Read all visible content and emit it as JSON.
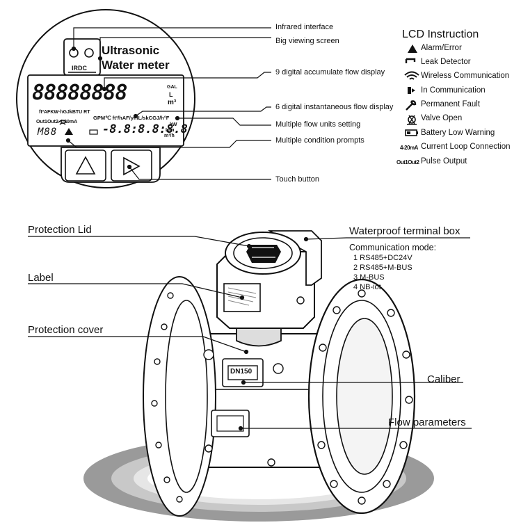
{
  "meter_display": {
    "brand": "IRDC",
    "title_line1": "Ultrasonic",
    "title_line2": "Water meter",
    "accumulate_digits": "88888888",
    "units_gal": "GAL",
    "units_l": "L",
    "units_m3": "m³",
    "units_row": "ft³AFKW·hGJkBTU RT",
    "gpm_row": "GPM℃ ft³/hAF/ymL/skCGJ/h°F",
    "outputs_row": "Out1Out2 4-20mA",
    "instant_digits": "-8.8:8.8:8.8",
    "m_indicator": "M88",
    "kw": "kW",
    "lm": "L/m",
    "m3h": "m³/h"
  },
  "callouts": {
    "infrared": "Infrared interface",
    "big_screen": "Big viewing screen",
    "accumulate": "9 digital accumulate flow display",
    "instantaneous": "6 digital instantaneous flow display",
    "units": "Multiple flow units setting",
    "prompts": "Multiple condition prompts",
    "touch": "Touch button"
  },
  "lcd_instruction": {
    "title": "LCD Instruction",
    "items": [
      {
        "icon": "alarm-triangle-icon",
        "glyph": "▲",
        "label": "Alarm/Error"
      },
      {
        "icon": "leak-detector-icon",
        "glyph": "⌐",
        "label": "Leak Detector"
      },
      {
        "icon": "wifi-icon",
        "glyph": "◠",
        "label": "Wireless Communication"
      },
      {
        "icon": "in-communication-icon",
        "glyph": "▸",
        "label": "In Communication"
      },
      {
        "icon": "wrench-icon",
        "glyph": "⚒",
        "label": "Permanent Fault"
      },
      {
        "icon": "valve-icon",
        "glyph": "⊗",
        "label": "Valve Open"
      },
      {
        "icon": "battery-icon",
        "glyph": "▭",
        "label": "Battery Low Warning"
      },
      {
        "icon": "current-loop-icon",
        "glyph": "4-20mA",
        "label": "Current Loop Connection"
      },
      {
        "icon": "pulse-output-icon",
        "glyph": "Out1Out2",
        "label": "Pulse Output"
      }
    ]
  },
  "meter_labels": {
    "protection_lid": "Protection Lid",
    "label": "Label",
    "protection_cover": "Protection cover",
    "terminal_box": "Waterproof terminal box",
    "caliber": "Caliber",
    "flow_parameters": "Flow parameters",
    "caliber_plate": "DN150"
  },
  "communication": {
    "title": "Communication mode:",
    "modes": [
      "1 RS485+DC24V",
      "2 RS485+M-BUS",
      "3 M-BUS",
      "4 NB-iot"
    ]
  }
}
